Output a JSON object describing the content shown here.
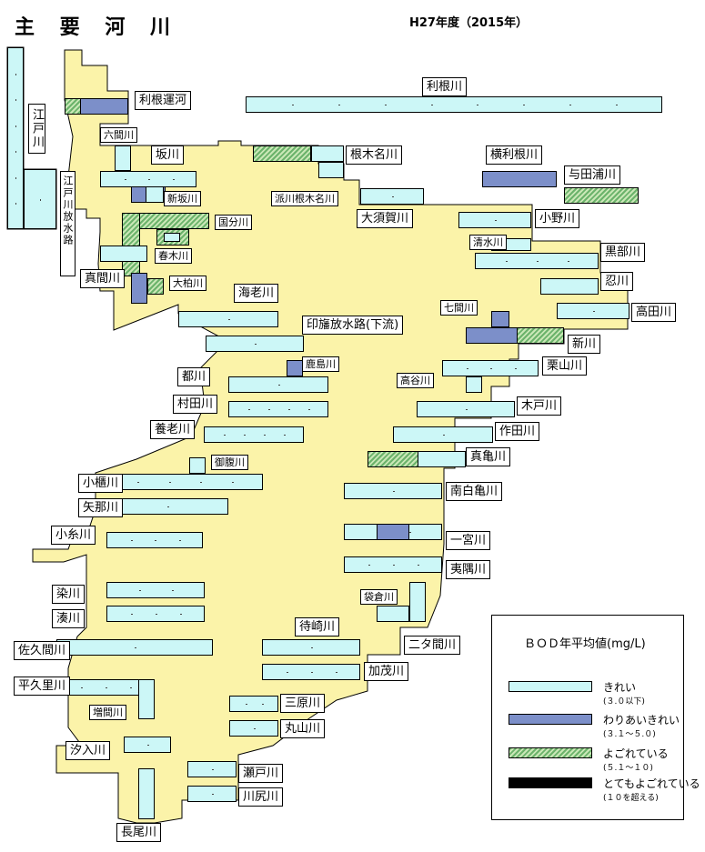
{
  "title": "主 要 河 川",
  "year": "H27年度（2015年）",
  "colors": {
    "clean": "#ccf7f7",
    "fairly_clean": "#7c8fc9",
    "dirty": "#6bb36b",
    "very_dirty": "#000000",
    "land": "#fbf3a9"
  },
  "legend": {
    "title": "ＢＯＤ年平均値(mg/L)",
    "items": [
      {
        "label": "きれい",
        "sub": "(３.０以下)"
      },
      {
        "label": "わりあいきれい",
        "sub": "(３.１～５.０)"
      },
      {
        "label": "よごれている",
        "sub": "(５.１～１０)"
      },
      {
        "label": "とてもよごれている",
        "sub": "(１０を超える)"
      }
    ]
  },
  "rivers": [
    "江戸川",
    "江戸川放水路",
    "利根運河",
    "六間川",
    "坂川",
    "新坂川",
    "国分川",
    "春木川",
    "大柏川",
    "真間川",
    "海老川",
    "利根川",
    "根木名川",
    "派川根木名川",
    "横利根川",
    "与田浦川",
    "大須賀川",
    "小野川",
    "清水川",
    "黒部川",
    "忍川",
    "高田川",
    "七間川",
    "新川",
    "印旛放水路(下流)",
    "鹿島川",
    "都川",
    "村田川",
    "高谷川",
    "栗山川",
    "木戸川",
    "作田川",
    "養老川",
    "真亀川",
    "御腹川",
    "小櫃川",
    "南白亀川",
    "矢那川",
    "小糸川",
    "一宮川",
    "夷隅川",
    "染川",
    "湊川",
    "袋倉川",
    "待崎川",
    "二タ間川",
    "佐久間川",
    "加茂川",
    "平久里川",
    "増間川",
    "三原川",
    "丸山川",
    "汐入川",
    "瀬戸川",
    "川尻川",
    "長尾川"
  ]
}
